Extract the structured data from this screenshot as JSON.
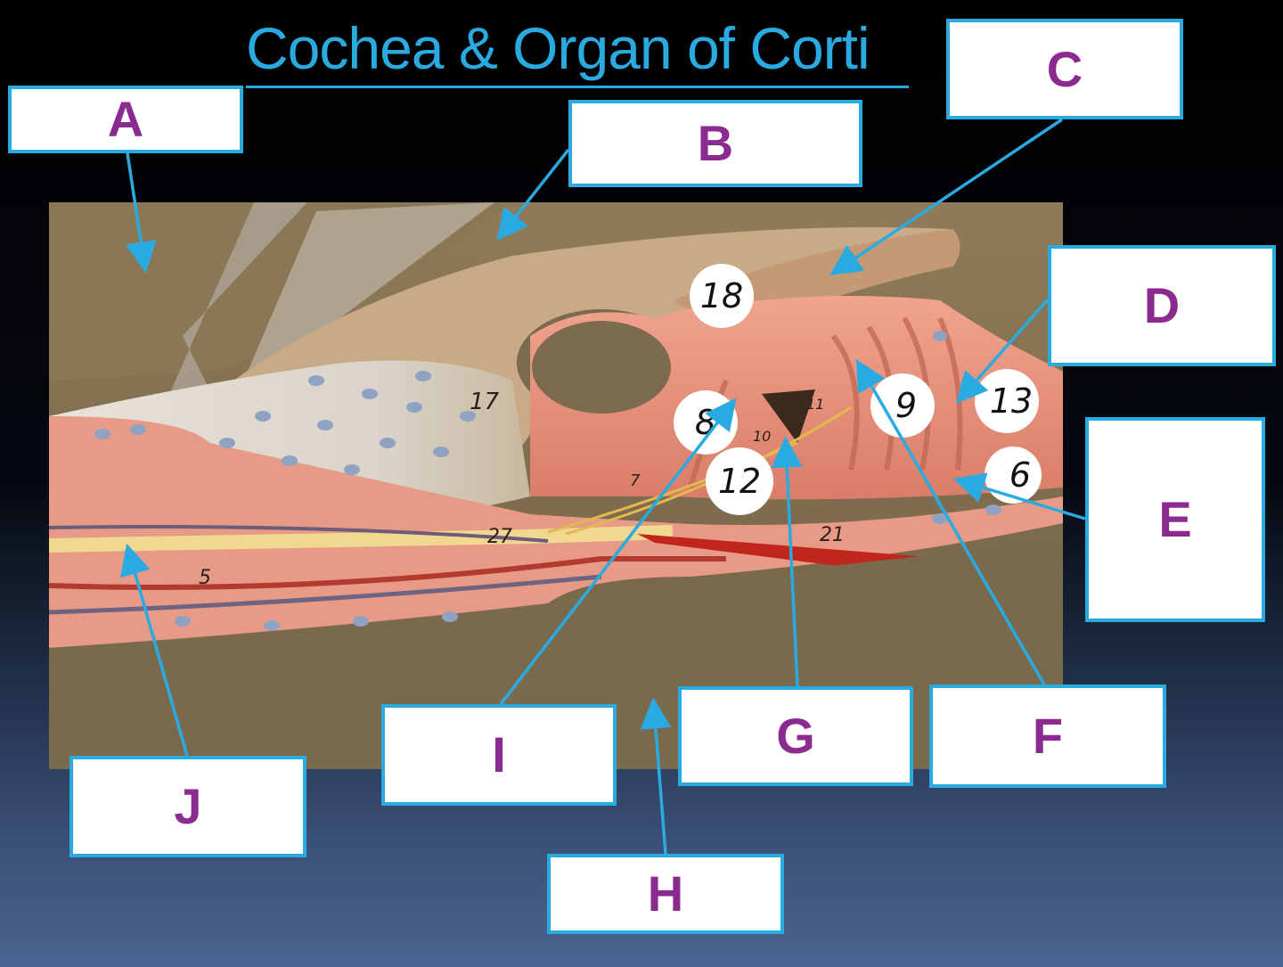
{
  "title": "Cochea & Organ of Corti",
  "colors": {
    "title": "#29abe2",
    "label_border": "#29abe2",
    "label_text": "#8b2a8f",
    "arrow": "#29abe2",
    "slide_bottom": "#4a6491"
  },
  "labels": {
    "a": "A",
    "b": "B",
    "c": "C",
    "d": "D",
    "e": "E",
    "f": "F",
    "g": "G",
    "h": "H",
    "i": "I",
    "j": "J"
  },
  "model_markers": {
    "m18": "18",
    "m8": "8",
    "m12": "12",
    "m9": "9",
    "m13": "13",
    "m6": "6"
  },
  "model_handwriting": {
    "n17": "17",
    "n27": "27",
    "n21": "21",
    "n5": "5",
    "n7": "7",
    "n11": "11",
    "n10": "10"
  }
}
